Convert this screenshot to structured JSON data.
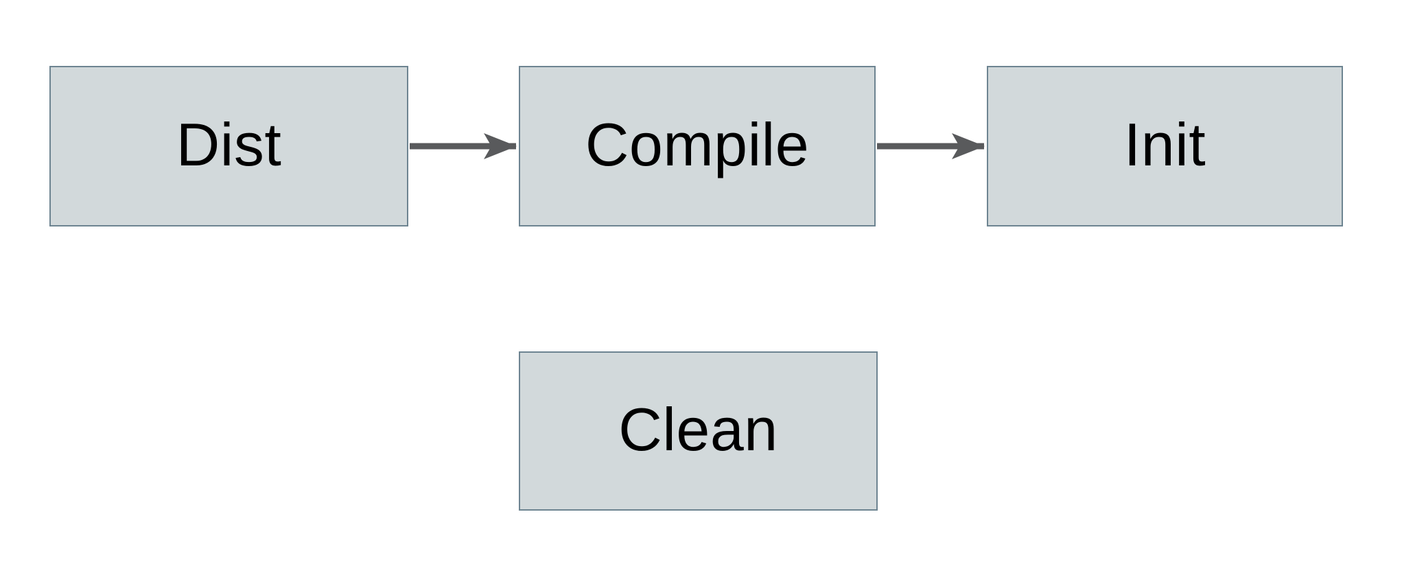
{
  "diagram": {
    "type": "flowchart",
    "background_color": "#ffffff",
    "node_fill_color": "#d2d9db",
    "node_border_color": "#6d8491",
    "arrow_color": "#595a5c",
    "text_color": "#000000",
    "nodes": [
      {
        "id": "dist",
        "label": "Dist"
      },
      {
        "id": "compile",
        "label": "Compile"
      },
      {
        "id": "init",
        "label": "Init"
      },
      {
        "id": "clean",
        "label": "Clean"
      }
    ],
    "edges": [
      {
        "from": "Dist",
        "to": "Compile"
      },
      {
        "from": "Compile",
        "to": "Init"
      }
    ]
  }
}
